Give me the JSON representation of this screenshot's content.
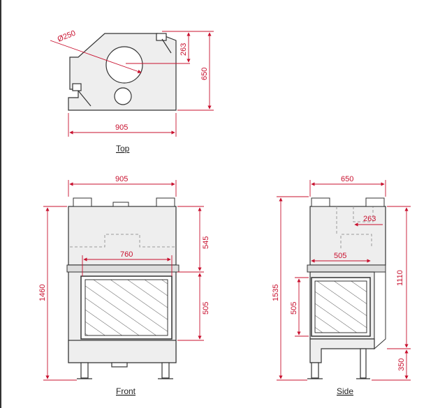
{
  "views": {
    "top": {
      "label": "Top",
      "dims": {
        "flue_diameter": "Ø250",
        "flue_offset": "263",
        "depth": "650",
        "width": "905"
      }
    },
    "front": {
      "label": "Front",
      "dims": {
        "width": "905",
        "upper": "545",
        "inner_width": "760",
        "glass_height": "505",
        "total_height": "1460"
      }
    },
    "side": {
      "label": "Side",
      "dims": {
        "width": "650",
        "flue_offset": "263",
        "inner_width": "505",
        "glass_height": "505",
        "flue_height": "1110",
        "total_height": "1535",
        "base_height": "350"
      }
    }
  },
  "colors": {
    "dimension": "#c8102e",
    "outline": "#333333",
    "hidden": "#999999",
    "fill": "#eeeeee"
  }
}
